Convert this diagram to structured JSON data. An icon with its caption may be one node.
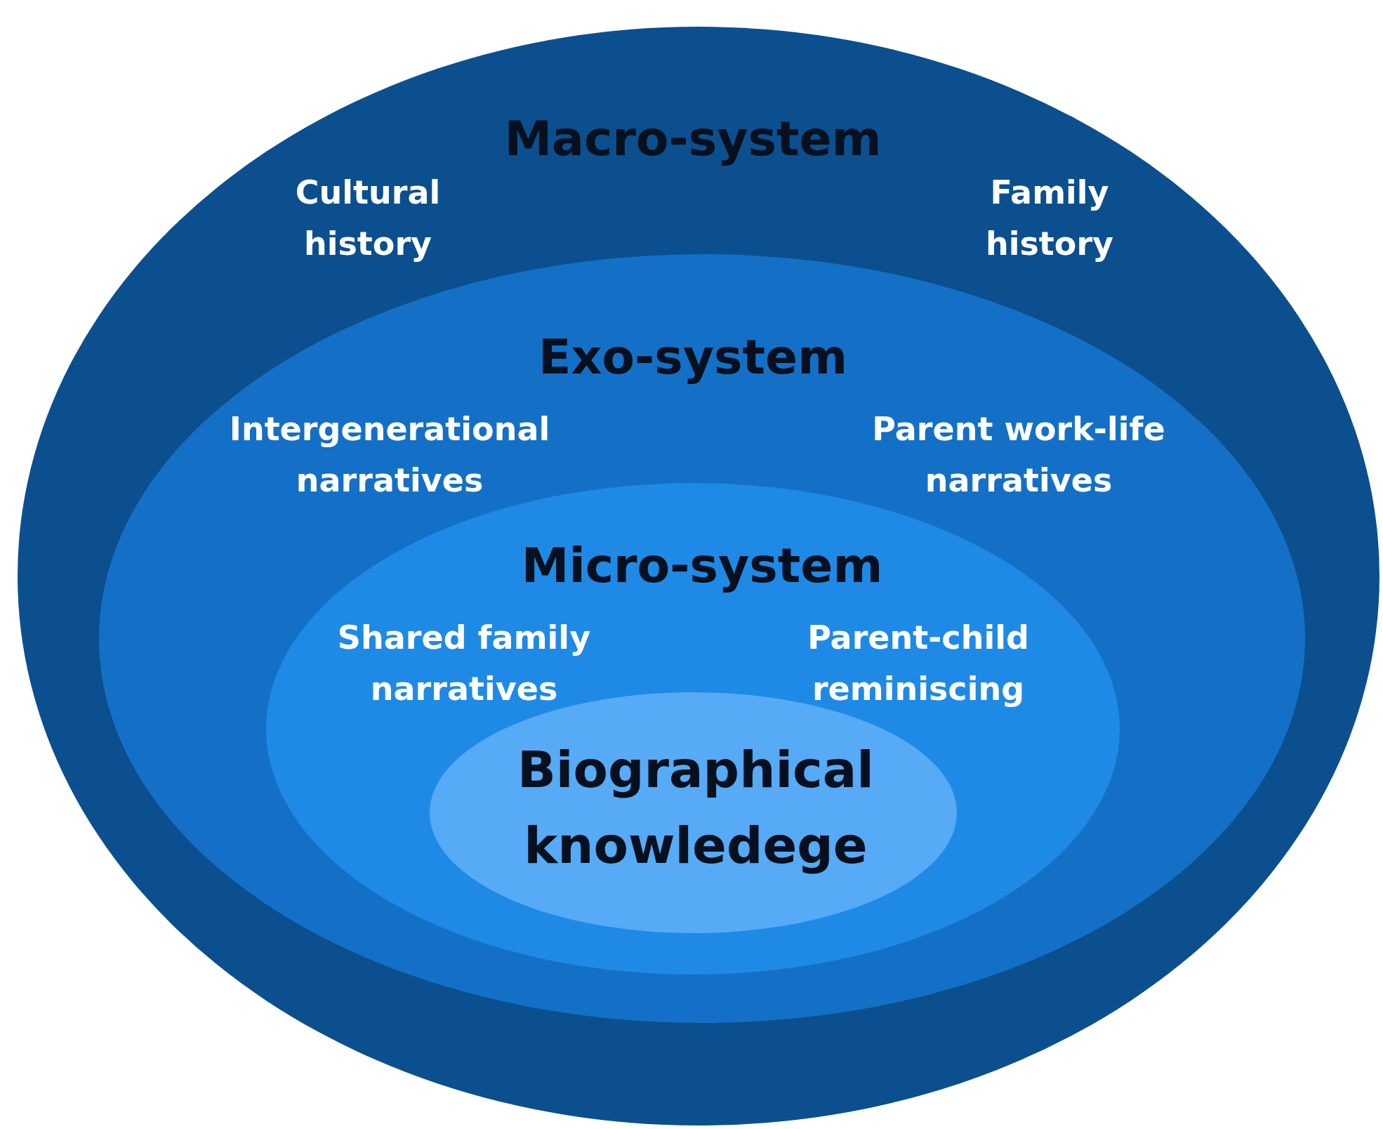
{
  "diagram": {
    "nodes": [
      {
        "text": [
          "Macro-system",
          "Cultural history",
          "Family history"
        ]
      },
      {
        "text": [
          "Exo-system",
          "Intergenerational narratives",
          "Parent work-life narratives"
        ],
        "in": 0
      },
      {
        "text": [
          "Micro-system",
          "Shared family narratives",
          "Parent-child reminiscing"
        ],
        "in": 1
      },
      {
        "text": [
          "Biographical knowledege"
        ],
        "in": 2
      }
    ]
  }
}
